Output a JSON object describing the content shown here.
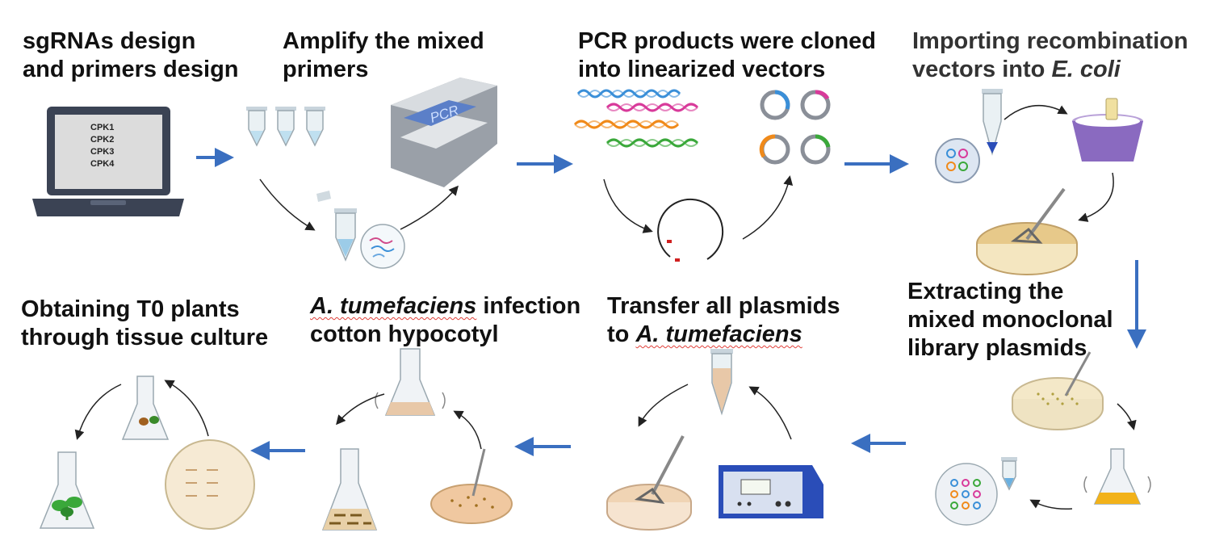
{
  "steps": [
    {
      "id": "step1",
      "lines": [
        "sgRNAs design",
        "and primers design"
      ]
    },
    {
      "id": "step2",
      "lines": [
        "Amplify the mixed",
        "primers"
      ]
    },
    {
      "id": "step3",
      "lines": [
        "PCR products were cloned",
        "into linearized vectors"
      ]
    },
    {
      "id": "step4",
      "line1": "Importing recombination",
      "line2_pre": "vectors into ",
      "line2_em": "E. coli"
    },
    {
      "id": "step5",
      "lines": [
        "Extracting the",
        "mixed monoclonal",
        "library plasmids"
      ]
    },
    {
      "id": "step6",
      "line1": "Transfer all plasmids",
      "line2_pre": "to ",
      "line2_em": "A. tumefaciens"
    },
    {
      "id": "step7",
      "line1_em": "A. tumefaciens",
      "line1_post": " infection",
      "line2": "cotton hypocotyl"
    },
    {
      "id": "step8",
      "lines": [
        "Obtaining T0 plants",
        "through tissue culture"
      ]
    }
  ],
  "laptop_screen": [
    "CPK1",
    "CPK2",
    "CPK3",
    "CPK4"
  ],
  "pcr_machine_label": "PCR",
  "colors": {
    "flow_arrow": "#3a6fc0",
    "dna": [
      "#3a8fd8",
      "#d83a9a",
      "#f08a1a",
      "#3aa83a"
    ],
    "text": "#111111"
  }
}
